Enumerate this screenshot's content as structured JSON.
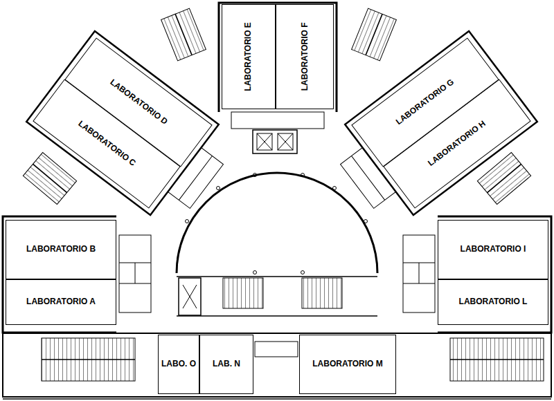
{
  "diagram": {
    "nodes": [
      {
        "text": [
          "LABORATORIO E"
        ]
      },
      {
        "text": [
          "LABORATORIO F"
        ]
      },
      {
        "text": [
          "LABORATORIO D"
        ]
      },
      {
        "text": [
          "LABORATORIO G"
        ]
      },
      {
        "text": [
          "LABORATORIO C"
        ]
      },
      {
        "text": [
          "LABORATORIO H"
        ]
      },
      {
        "text": [
          "LABORATORIO B"
        ]
      },
      {
        "text": [
          "LABORATORIO I"
        ]
      },
      {
        "text": [
          "LABORATORIO A"
        ]
      },
      {
        "text": [
          "LABORATORIO L"
        ]
      },
      {
        "text": [
          "LABO. O"
        ]
      },
      {
        "text": [
          "LAB. N"
        ]
      },
      {
        "text": [
          "LABORATORIO M"
        ]
      }
    ]
  }
}
